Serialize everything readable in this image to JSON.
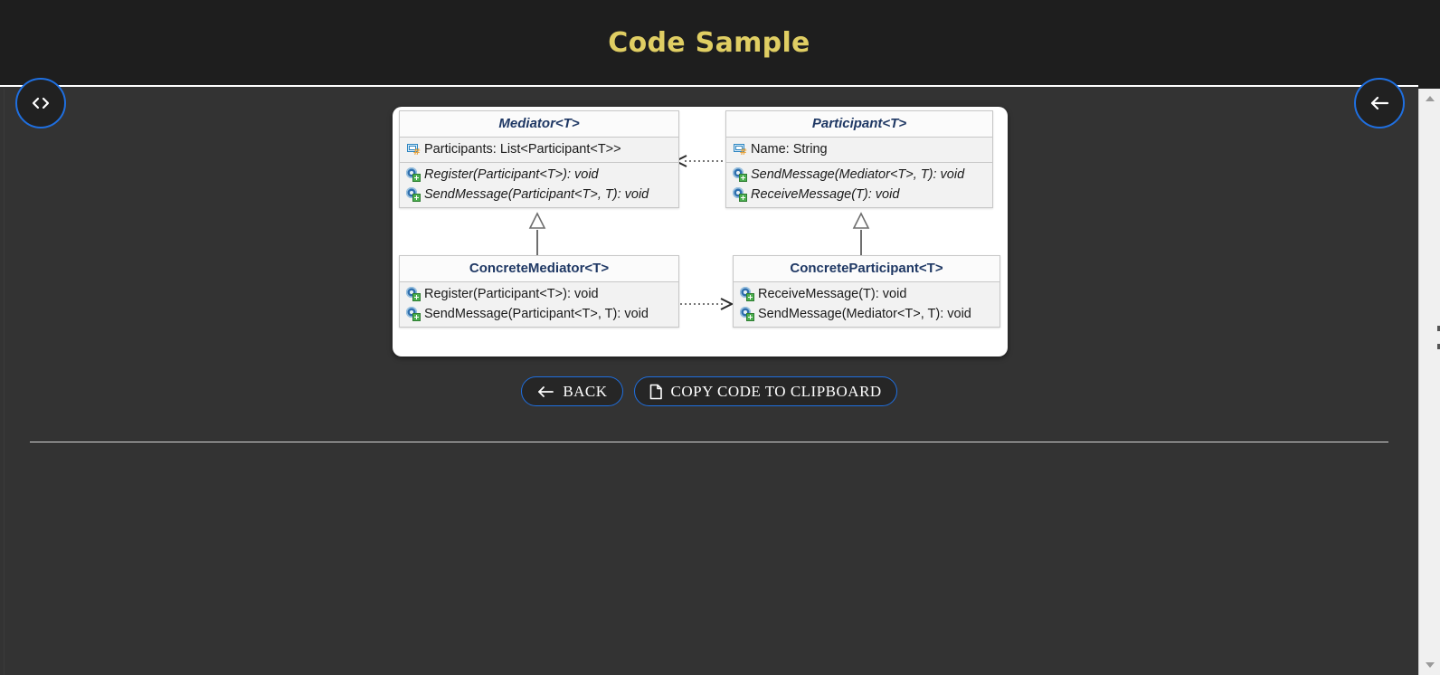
{
  "header": {
    "title": "Code Sample"
  },
  "nav": {
    "code_button": {
      "label": "",
      "icon": "code-icon"
    },
    "back_button": {
      "label": "",
      "icon": "arrow-left-icon"
    }
  },
  "diagram": {
    "type": "uml-class-diagram",
    "classes": [
      {
        "id": "mediator",
        "name": "Mediator<T>",
        "abstract": true,
        "fields": [
          {
            "icon": "field-icon",
            "text": "Participants: List<Participant<T>>"
          }
        ],
        "methods": [
          {
            "icon": "method-icon",
            "text": "Register(Participant<T>): void"
          },
          {
            "icon": "method-icon",
            "text": "SendMessage(Participant<T>, T): void"
          }
        ]
      },
      {
        "id": "participant",
        "name": "Participant<T>",
        "abstract": true,
        "fields": [
          {
            "icon": "field-icon",
            "text": "Name: String"
          }
        ],
        "methods": [
          {
            "icon": "method-icon",
            "text": "SendMessage(Mediator<T>, T): void"
          },
          {
            "icon": "method-icon",
            "text": "ReceiveMessage(T): void"
          }
        ]
      },
      {
        "id": "concrete-mediator",
        "name": "ConcreteMediator<T>",
        "abstract": false,
        "fields": [],
        "methods": [
          {
            "icon": "method-icon",
            "text": "Register(Participant<T>): void"
          },
          {
            "icon": "method-icon",
            "text": "SendMessage(Participant<T>, T): void"
          }
        ]
      },
      {
        "id": "concrete-participant",
        "name": "ConcreteParticipant<T>",
        "abstract": false,
        "fields": [],
        "methods": [
          {
            "icon": "method-icon",
            "text": "ReceiveMessage(T): void"
          },
          {
            "icon": "method-icon",
            "text": "SendMessage(Mediator<T>, T): void"
          }
        ]
      }
    ],
    "relations": [
      {
        "from": "participant",
        "to": "mediator",
        "type": "dependency",
        "style": "dotted-open-arrow"
      },
      {
        "from": "concrete-mediator",
        "to": "concrete-participant",
        "type": "dependency",
        "style": "dotted-open-arrow"
      },
      {
        "from": "concrete-mediator",
        "to": "mediator",
        "type": "generalization",
        "style": "solid-hollow-triangle"
      },
      {
        "from": "concrete-participant",
        "to": "participant",
        "type": "generalization",
        "style": "solid-hollow-triangle"
      }
    ]
  },
  "actions": {
    "back": {
      "label": "BACK",
      "icon": "arrow-left-icon"
    },
    "copy": {
      "label": "COPY CODE TO CLIPBOARD",
      "icon": "clipboard-icon"
    }
  },
  "colors": {
    "header_bg": "#1e1e1e",
    "page_bg": "#333333",
    "title_gold": "#e0ce63",
    "accent_blue": "#1f6fe0",
    "uml_title": "#1f3864"
  }
}
